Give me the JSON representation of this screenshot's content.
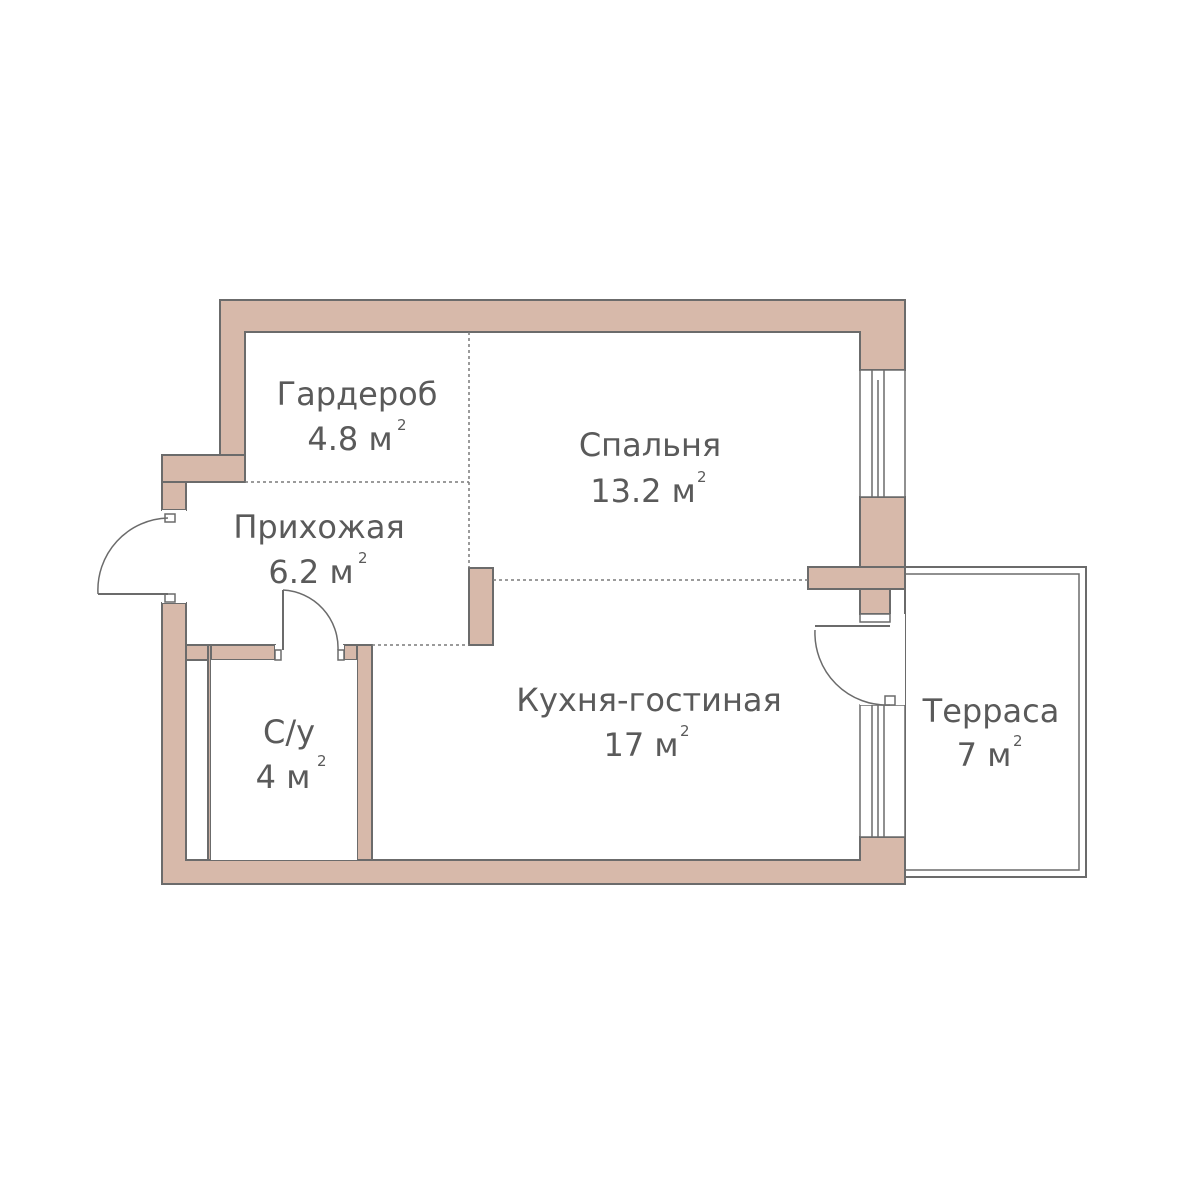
{
  "colors": {
    "wall": "#d7b9aa",
    "line": "#6b6b6b",
    "text": "#5a5a5a"
  },
  "rooms": {
    "wardrobe": {
      "name": "Гардероб",
      "area": "4.8 м"
    },
    "bedroom": {
      "name": "Спальня",
      "area": "13.2 м"
    },
    "hallway": {
      "name": "Прихожая",
      "area": "6.2 м"
    },
    "bathroom": {
      "name": "С/у",
      "area": "4 м"
    },
    "kitchen": {
      "name": "Кухня-гостиная",
      "area": "17 м"
    },
    "terrace": {
      "name": "Терраса",
      "area": "7 м"
    }
  },
  "unit_superscript": "2"
}
